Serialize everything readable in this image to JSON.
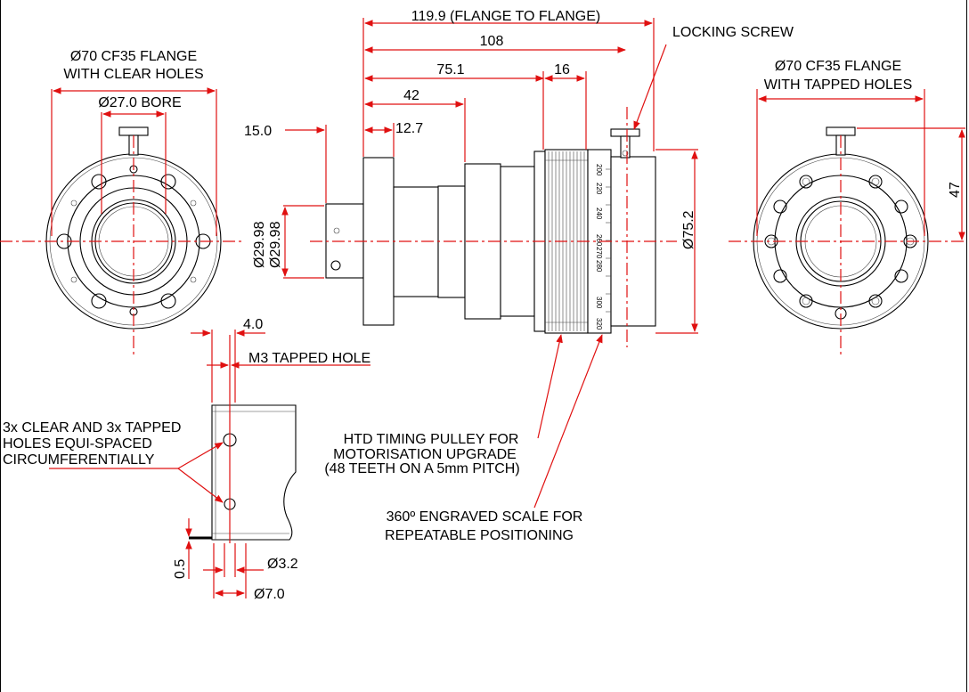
{
  "colors": {
    "dimension": "#e01010",
    "outline": "#000000",
    "background": "#ffffff"
  },
  "labels": {
    "left_flange_title_1": "Ø70 CF35 FLANGE",
    "left_flange_title_2": "WITH CLEAR HOLES",
    "left_bore": "Ø27.0 BORE",
    "right_flange_title_1": "Ø70 CF35 FLANGE",
    "right_flange_title_2": "WITH TAPPED HOLES",
    "locking_screw": "LOCKING SCREW",
    "holes_note_1": "3x CLEAR AND 3x TAPPED",
    "holes_note_2": "HOLES EQUI-SPACED",
    "holes_note_3": "CIRCUMFERENTIALLY",
    "m3_tapped": "M3 TAPPED HOLE",
    "pulley_note_1": "HTD TIMING PULLEY FOR",
    "pulley_note_2": "MOTORISATION UPGRADE",
    "pulley_note_3": "(48 TEETH ON A 5mm PITCH)",
    "scale_note_1": "360º ENGRAVED SCALE FOR",
    "scale_note_2": "REPEATABLE POSITIONING"
  },
  "dimensions": {
    "flange_to_flange": "119.9 (FLANGE TO FLANGE)",
    "d108": "108",
    "d75_1": "75.1",
    "d16": "16",
    "d42": "42",
    "d12_7": "12.7",
    "d15_0": "15.0",
    "d29_98_a": "Ø29.98",
    "d29_98_b": "Ø29.98",
    "d75_2": "Ø75.2",
    "d47": "47",
    "d4_0": "4.0",
    "d0_5": "0.5",
    "d3_2": "Ø3.2",
    "d7_0": "Ø7.0"
  },
  "scale_ticks": [
    "200",
    "220",
    "240",
    "260",
    "270",
    "280",
    "300",
    "320"
  ]
}
